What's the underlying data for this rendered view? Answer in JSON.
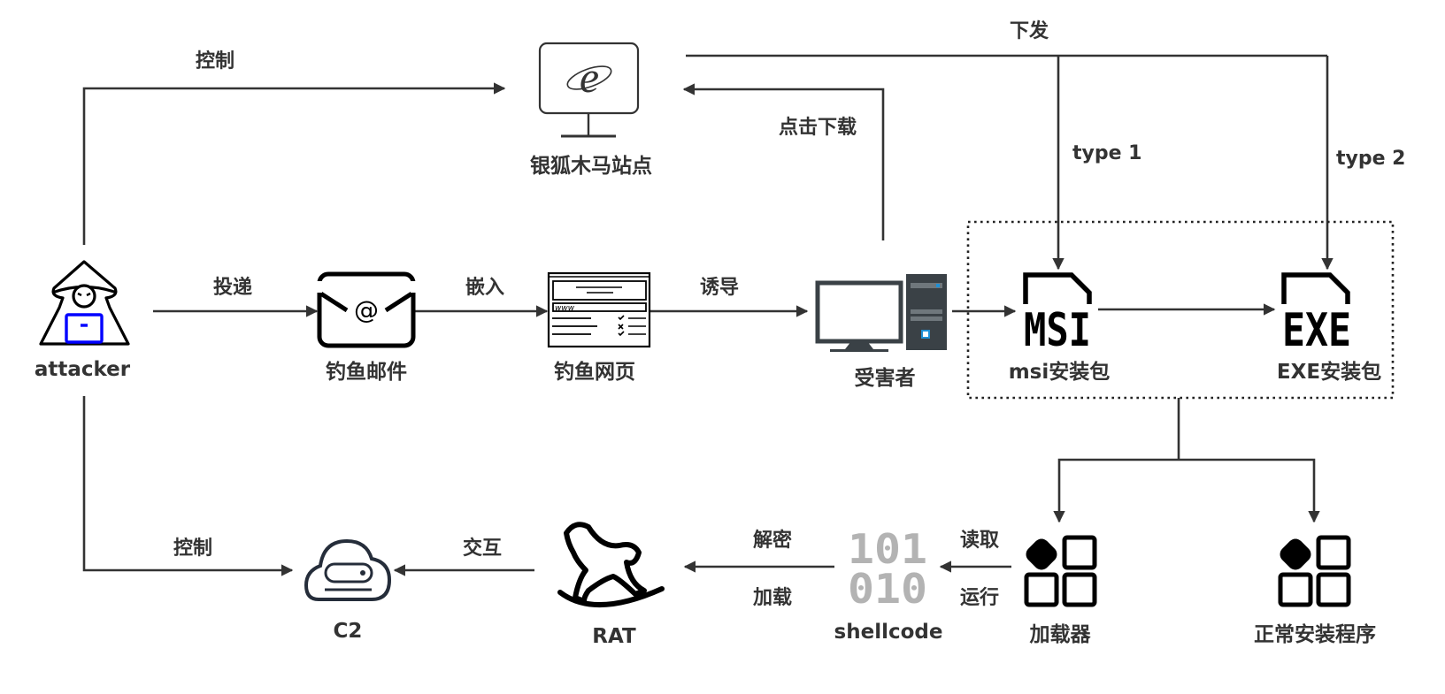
{
  "diagram": {
    "title": "",
    "nodes": {
      "attacker": {
        "label": "attacker",
        "icon": "hooded-hacker-icon",
        "accent": "#0000ff"
      },
      "trojan_site": {
        "label": "银狐木马站点",
        "icon": "browser-monitor-icon"
      },
      "phishing_email": {
        "label": "钓鱼邮件",
        "icon": "email-envelope-icon"
      },
      "phishing_page": {
        "label": "钓鱼网页",
        "icon": "webpage-form-icon",
        "url_text": "www"
      },
      "victim": {
        "label": "受害者",
        "icon": "desktop-computer-icon",
        "accent": "#1e90d6"
      },
      "msi_package": {
        "label": "msi安装包",
        "icon": "msi-file-icon",
        "glyph": "MSI"
      },
      "exe_package": {
        "label": "EXE安装包",
        "icon": "exe-file-icon",
        "glyph": "EXE"
      },
      "loader": {
        "label": "加载器",
        "icon": "app-grid-icon"
      },
      "normal_installer": {
        "label": "正常安装程序",
        "icon": "app-grid-icon"
      },
      "shellcode": {
        "label": "shellcode",
        "icon": "binary-code-icon",
        "glyph_rows": [
          "101",
          "010"
        ]
      },
      "rat": {
        "label": "RAT",
        "icon": "rocking-horse-icon"
      },
      "c2": {
        "label": "C2",
        "icon": "cloud-server-icon"
      }
    },
    "edges": [
      {
        "from": "attacker",
        "to": "trojan_site",
        "label": "控制"
      },
      {
        "from": "attacker",
        "to": "phishing_email",
        "label": "投递"
      },
      {
        "from": "phishing_email",
        "to": "phishing_page",
        "label": "嵌入"
      },
      {
        "from": "phishing_page",
        "to": "victim",
        "label": "诱导"
      },
      {
        "from": "victim",
        "to": "trojan_site",
        "label": "点击下载"
      },
      {
        "from": "trojan_site",
        "to": "msi_package",
        "label": "下发",
        "branch_label": "type 1"
      },
      {
        "from": "trojan_site",
        "to": "exe_package",
        "label": "下发",
        "branch_label": "type 2"
      },
      {
        "from": "victim",
        "to": "msi_package",
        "label": ""
      },
      {
        "from": "msi_package",
        "to": "exe_package",
        "label": ""
      },
      {
        "from": "package_group",
        "to": "loader",
        "label": ""
      },
      {
        "from": "package_group",
        "to": "normal_installer",
        "label": ""
      },
      {
        "from": "loader",
        "to": "shellcode",
        "label_top": "读取",
        "label_bottom": "运行"
      },
      {
        "from": "shellcode",
        "to": "rat",
        "label_top": "解密",
        "label_bottom": "加载"
      },
      {
        "from": "rat",
        "to": "c2",
        "label": "交互"
      },
      {
        "from": "attacker",
        "to": "c2",
        "label": "控制"
      }
    ],
    "colors": {
      "line": "#333333",
      "icon": "#000000",
      "shellcode": "#b3b3b3",
      "victim_dark": "#3a4146"
    }
  }
}
